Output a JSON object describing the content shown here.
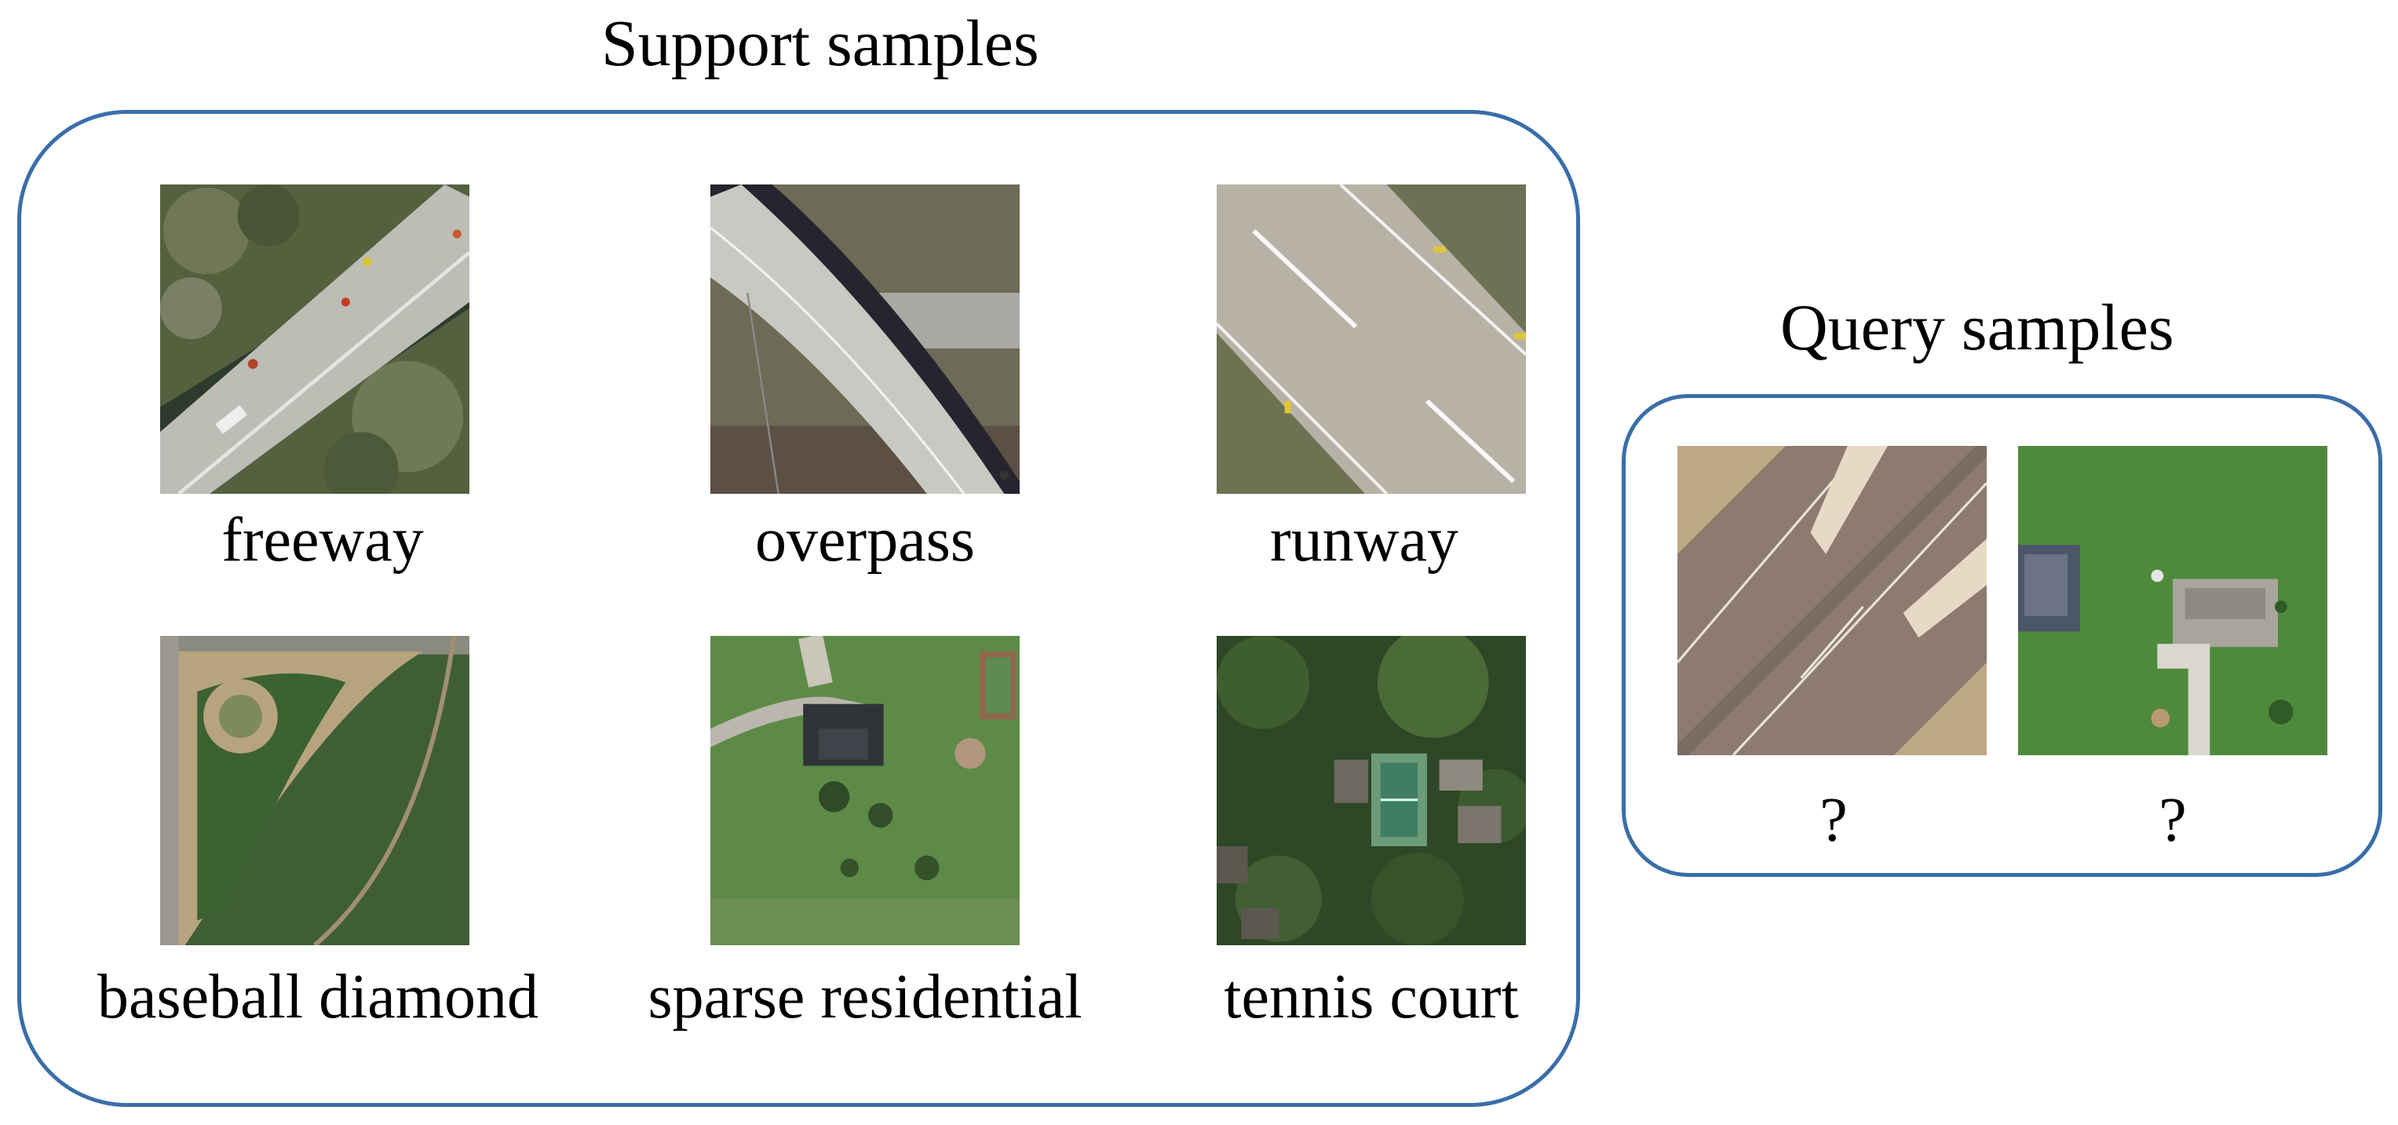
{
  "support": {
    "title": "Support samples",
    "samples": [
      {
        "label": "freeway"
      },
      {
        "label": "overpass"
      },
      {
        "label": "runway"
      },
      {
        "label": "baseball diamond"
      },
      {
        "label": "sparse residential"
      },
      {
        "label": "tennis court"
      }
    ]
  },
  "query": {
    "title": "Query samples",
    "samples": [
      {
        "label": "?"
      },
      {
        "label": "?"
      }
    ]
  },
  "colors": {
    "frame": "#3a6ea8"
  }
}
